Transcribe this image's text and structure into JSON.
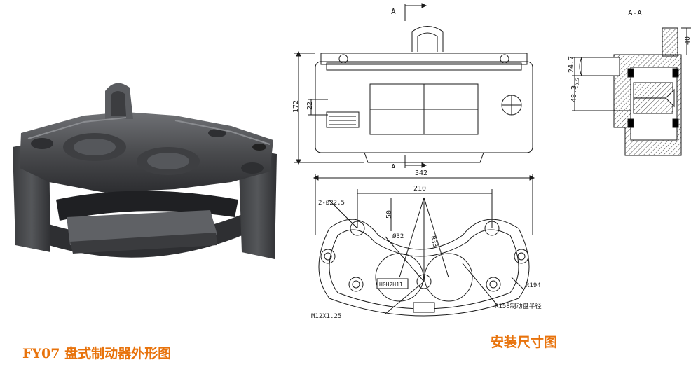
{
  "captions": {
    "product": "FY07 盘式制动器外形图",
    "install": "安装尺寸图"
  },
  "colors": {
    "caption": "#e8730c",
    "render_body": "#4a4b4e",
    "render_shadow": "#2c2d30",
    "render_highlight": "#8a8c90",
    "line": "#1a1a1a"
  },
  "front_view": {
    "section_mark_top": "A",
    "section_mark_bottom": "A",
    "dim_width": "342",
    "dim_height": "172",
    "dim_inner": "22"
  },
  "section_view": {
    "title": "A-A",
    "dim_top": "40",
    "dim_mid": "24.7",
    "dim_main": "48.3",
    "dim_tol_upper": "0",
    "dim_tol_lower": "-0.5"
  },
  "mount_view": {
    "dim_span": "210",
    "dim_offset": "50",
    "hole_spec": "2-Ø22.5",
    "piston_dia": "Ø32",
    "radius_small": "R33",
    "radius_outer": "R194",
    "thread": "M12X1.25",
    "disc_radius": "R158制动盘半径",
    "plate_text": "H0H2H11"
  }
}
